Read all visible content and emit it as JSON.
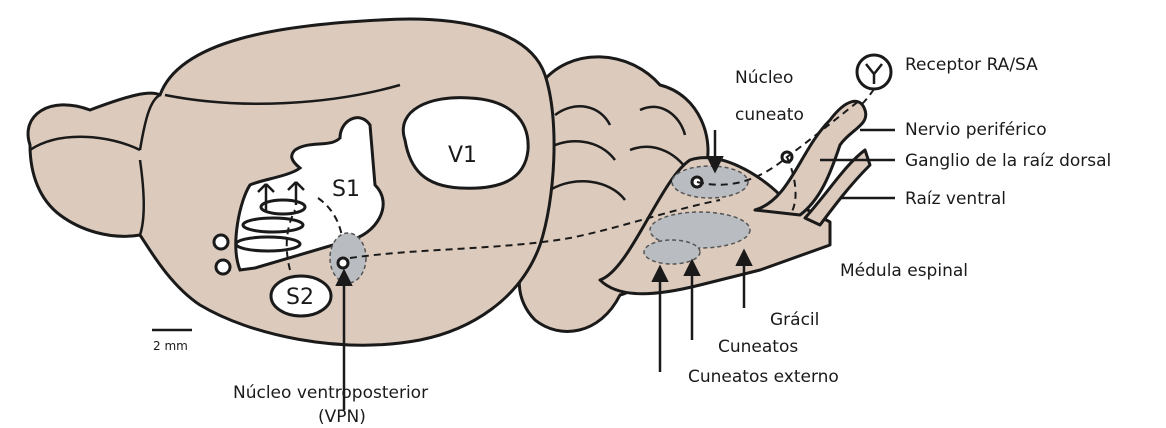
{
  "labels": {
    "v1": "V1",
    "s1": "S1",
    "s2": "S2",
    "receptor": "Receptor RA/SA",
    "nervio": "Nervio periférico",
    "ganglio": "Ganglio de la raíz dorsal",
    "raiz_ventral": "Raíz ventral",
    "nucleo_cuneato_1": "Núcleo",
    "nucleo_cuneato_2": "cuneato",
    "medula": "Médula espinal",
    "gracil": "Grácil",
    "cuneatos": "Cuneatos",
    "cuneatos_externo": "Cuneatos externo",
    "vpn_1": "Núcleo ventroposterior",
    "vpn_2": "(VPN)",
    "scale": "2 mm"
  },
  "colors": {
    "tissue": "#dccabc",
    "outline": "#1a1a1a",
    "nucleus": "#b9bcc1"
  }
}
